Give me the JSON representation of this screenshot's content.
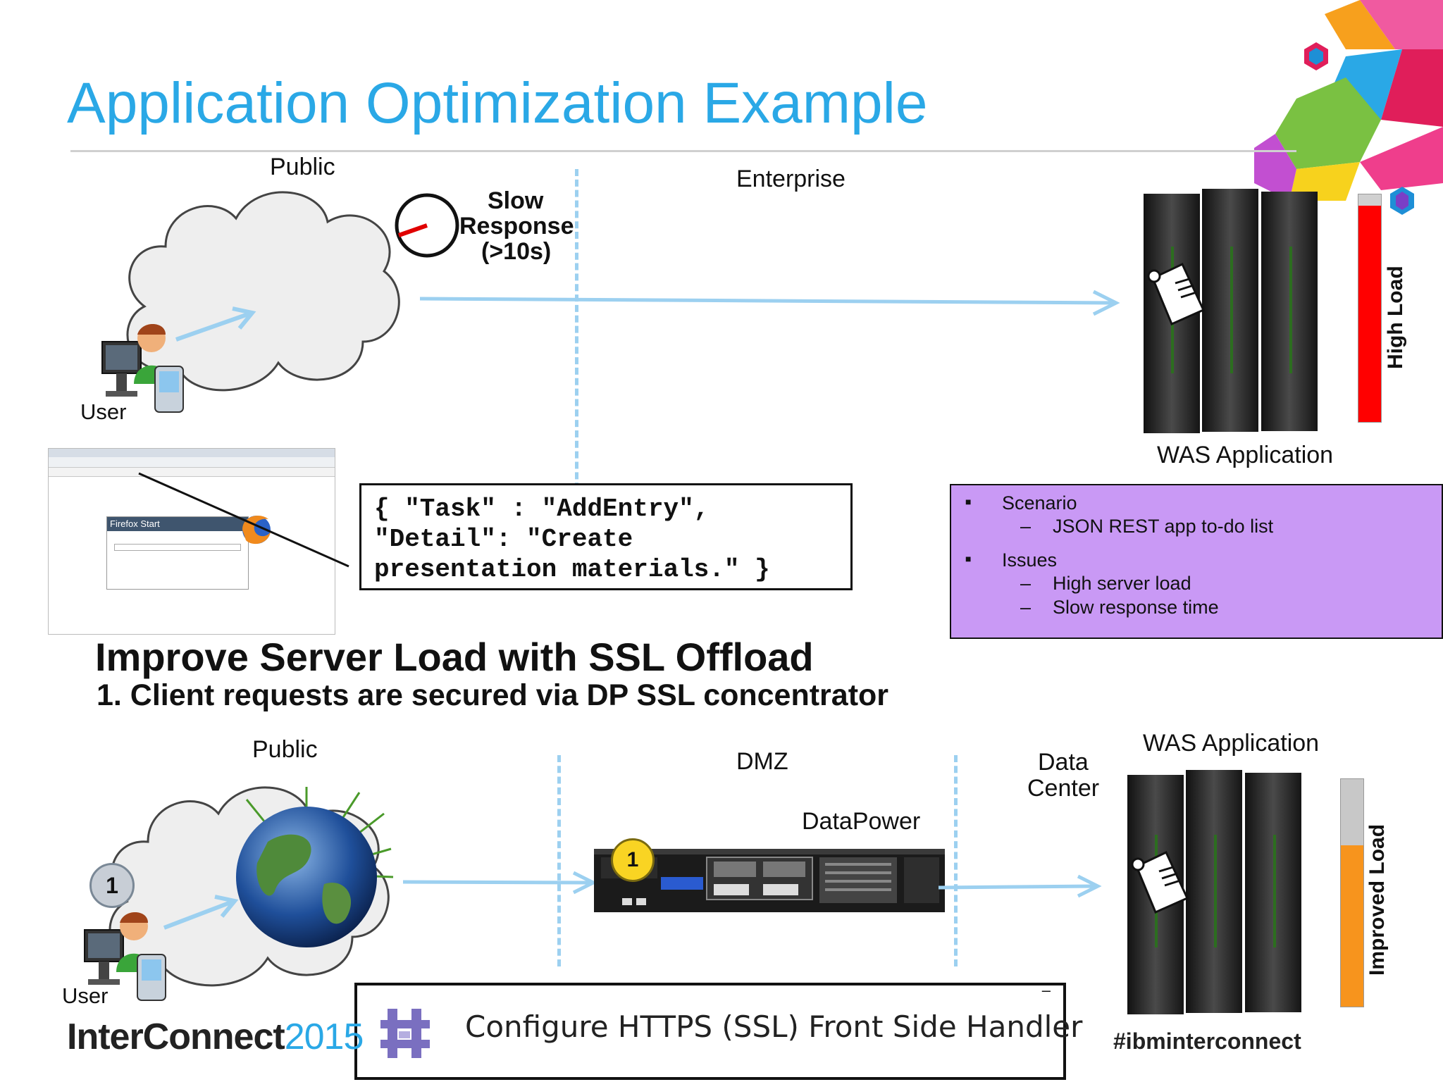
{
  "title": "Application Optimization Example",
  "top": {
    "public_label": "Public",
    "enterprise_label": "Enterprise",
    "user_label": "User",
    "slow_response": [
      "Slow",
      "Response",
      "(>10s)"
    ],
    "was_label": "WAS Application",
    "load_label": "High Load",
    "load_level": 0.95,
    "load_color": "#ff0000",
    "code_lines": [
      "{ \"Task\" : \"AddEntry\",",
      "\"Detail\": \"Create",
      "presentation materials.\" }"
    ],
    "browser_title": "Firefox Start"
  },
  "info_box": {
    "bg": "#c999f5",
    "items": [
      {
        "label": "Scenario",
        "sub": [
          "JSON REST app to-do list"
        ]
      },
      {
        "label": "Issues",
        "sub": [
          "High server load",
          "Slow response time"
        ]
      }
    ]
  },
  "section2": {
    "heading": "Improve Server Load with SSL Offload",
    "subheading": "1. Client requests are secured via DP SSL concentrator"
  },
  "bottom": {
    "public_label": "Public",
    "dmz_label": "DMZ",
    "datacenter_label": [
      "Data",
      "Center"
    ],
    "datapower_label": "DataPower",
    "user_label": "User",
    "was_label": "WAS Application",
    "load_label": "Improved Load",
    "load_level": 0.71,
    "load_color": "#f7941d",
    "badge_user": "1",
    "badge_dp": "1",
    "handler_text": "Configure HTTPS (SSL) Front Side Handler"
  },
  "footer": {
    "brand_bold": "InterConnect",
    "brand_year": "2015",
    "hashtag": "#ibminterconnect"
  },
  "colors": {
    "accent": "#2aa8e6",
    "arrow": "#9cd0f0"
  }
}
